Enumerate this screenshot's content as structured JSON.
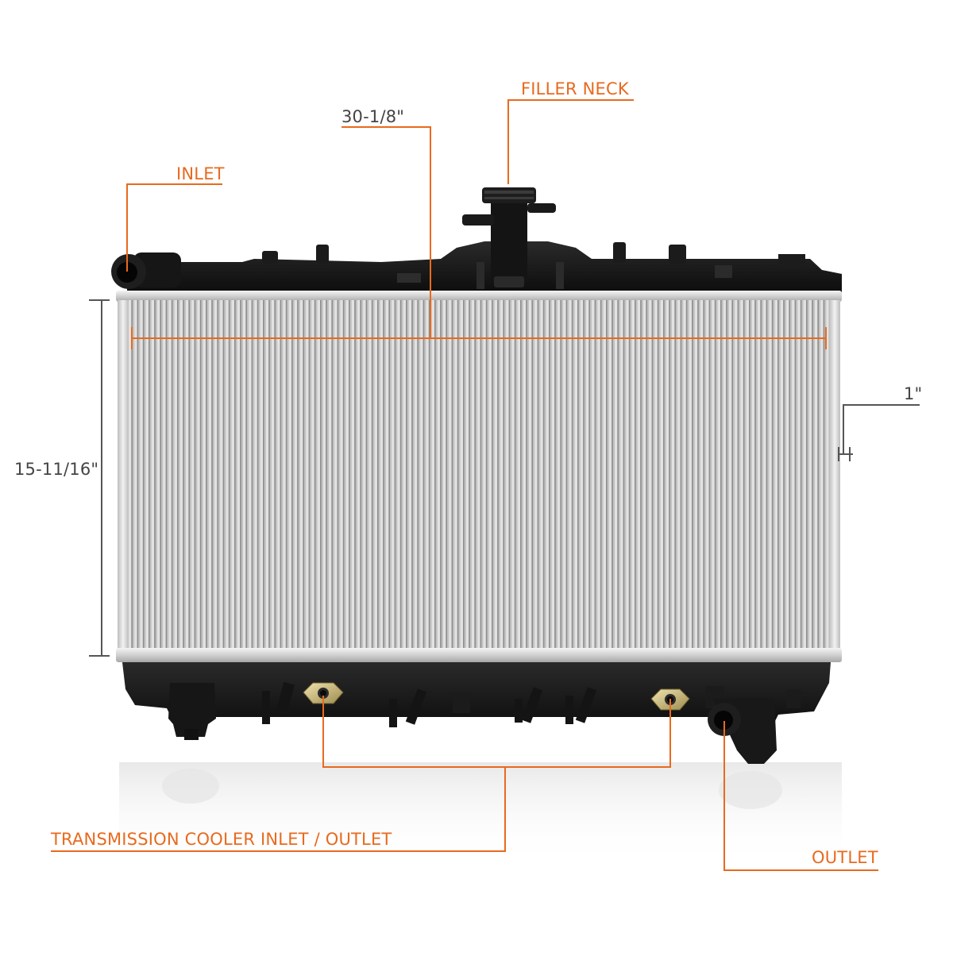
{
  "product": {
    "name": "",
    "colors": {
      "callout": "#e86a1e",
      "dimension": "#444444",
      "plastic_tank": "#141414",
      "core_fins": "#c8c8c8"
    }
  },
  "callouts": {
    "filler_neck": "FILLER NECK",
    "inlet": "INLET",
    "outlet": "OUTLET",
    "transmission_cooler": "TRANSMISSION COOLER INLET / OUTLET"
  },
  "dimensions": {
    "core_width": "30-1/8\"",
    "core_height": "15-11/16\"",
    "core_thickness": "1\""
  }
}
